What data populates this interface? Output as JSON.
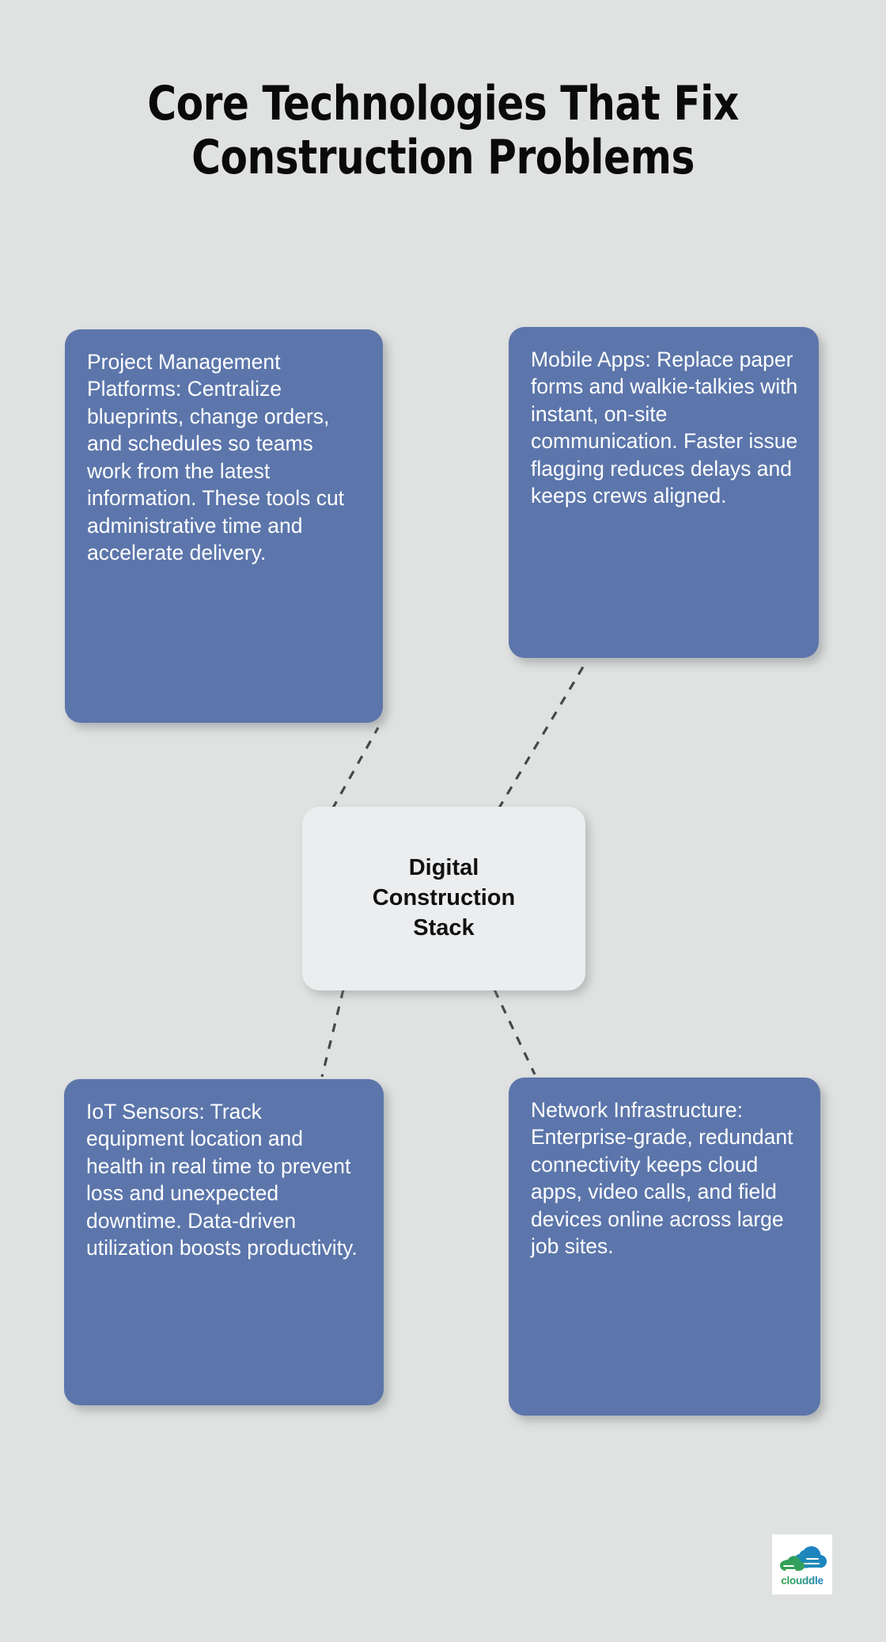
{
  "page": {
    "background_color": "#e0e2e1",
    "card_color": "#5c76ab",
    "center_color": "#ecedef",
    "title_color": "#0a0a0a",
    "connector_color": "#44484c"
  },
  "title": {
    "line1": "Core Technologies That Fix",
    "line2": "Construction Problems"
  },
  "center": {
    "label": "Digital\nConstruction\nStack"
  },
  "cards": [
    {
      "id": "project-management-platforms",
      "position": "top-left",
      "text": "Project Management Platforms: Centralize blueprints, change orders, and schedules so teams work from the latest information. These tools cut administrative time and accelerate delivery."
    },
    {
      "id": "mobile-apps",
      "position": "top-right",
      "text": "Mobile Apps: Replace paper forms and walkie-talkies with instant, on-site communication. Faster issue flagging reduces delays and keeps crews aligned."
    },
    {
      "id": "iot-sensors",
      "position": "bottom-left",
      "text": "IoT Sensors: Track equipment location and health in real time to prevent loss and unexpected downtime. Data-driven utilization boosts productivity."
    },
    {
      "id": "network-infrastructure",
      "position": "bottom-right",
      "text": "Network Infrastructure: Enterprise-grade, redundant connectivity keeps cloud apps, video calls, and field devices online across large job sites."
    }
  ],
  "logo": {
    "name": "clouddle-logo",
    "wordmark": "clouddle",
    "color_green": "#33a14a",
    "color_blue": "#1b80c4"
  }
}
